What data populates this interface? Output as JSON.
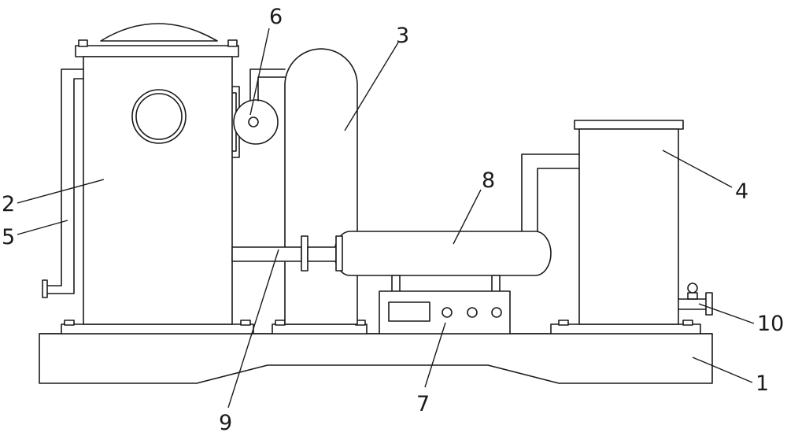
{
  "labels": {
    "base": "1",
    "tank_left": "2",
    "column": "3",
    "tank_right": "4",
    "pipe_left": "5",
    "pump": "6",
    "control_box": "7",
    "horizontal_vessel": "8",
    "connecting_pipe": "9",
    "outlet_valve": "10"
  }
}
